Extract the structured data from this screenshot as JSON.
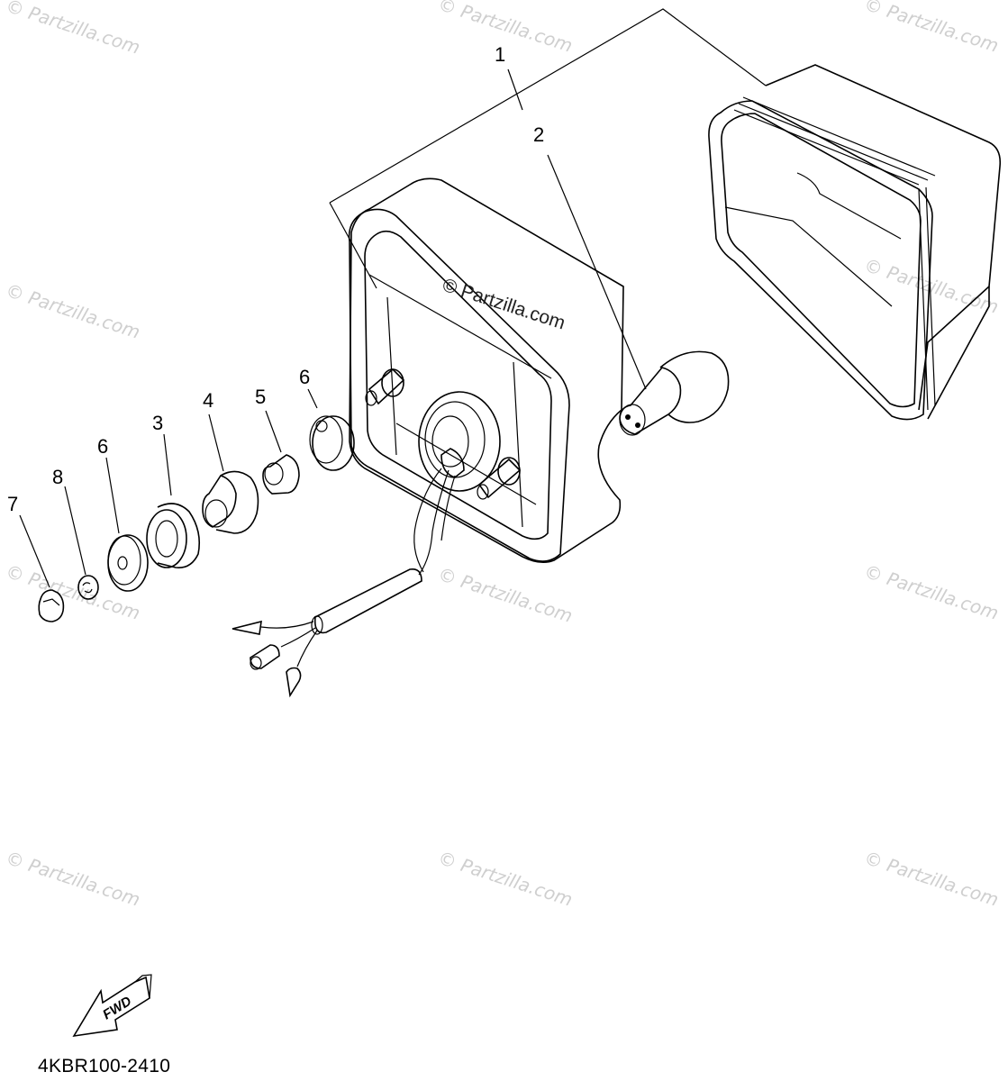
{
  "watermark": {
    "text": "© Partzilla.com",
    "center_text": "© Partzilla.com"
  },
  "callouts": [
    {
      "id": "1",
      "label": "1"
    },
    {
      "id": "2",
      "label": "2"
    },
    {
      "id": "3",
      "label": "3"
    },
    {
      "id": "4",
      "label": "4"
    },
    {
      "id": "5",
      "label": "5"
    },
    {
      "id": "6a",
      "label": "6"
    },
    {
      "id": "6b",
      "label": "6"
    },
    {
      "id": "7",
      "label": "7"
    },
    {
      "id": "8",
      "label": "8"
    }
  ],
  "fwd_label": "FWD",
  "diagram_code": "4KBR100-2410"
}
